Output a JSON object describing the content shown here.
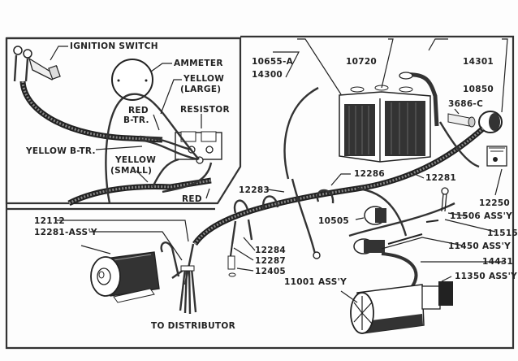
{
  "inset": {
    "labels": {
      "ignition_switch": "IGNITION SWITCH",
      "ammeter": "AMMETER",
      "yellow_large_1": "YELLOW",
      "yellow_large_2": "(LARGE)",
      "red_btr_1": "RED",
      "red_btr_2": "B-TR.",
      "resistor": "RESISTOR",
      "yellow_btr": "YELLOW B-TR.",
      "yellow_small_1": "YELLOW",
      "yellow_small_2": "(SMALL)",
      "red": "RED"
    }
  },
  "main": {
    "labels": {
      "p10655a": "10655-A",
      "p14300": "14300",
      "p10720": "10720",
      "p14301": "14301",
      "p10850": "10850",
      "p3686c": "3686-C",
      "p12286": "12286",
      "p12281": "12281",
      "p12283": "12283",
      "p12250": "12250",
      "p11506": "11506 ASS'Y",
      "p10505": "10505",
      "p11515": "11515",
      "p12112": "12112",
      "p12281assy": "12281-ASS'Y",
      "p12284": "12284",
      "p12287": "12287",
      "p12405": "12405",
      "p11450": "11450 ASS'Y",
      "p14431": "14431",
      "p11001": "11001 ASS'Y",
      "p11350": "11350 ASS'Y",
      "to_distributor": "TO DISTRIBUTOR"
    }
  }
}
